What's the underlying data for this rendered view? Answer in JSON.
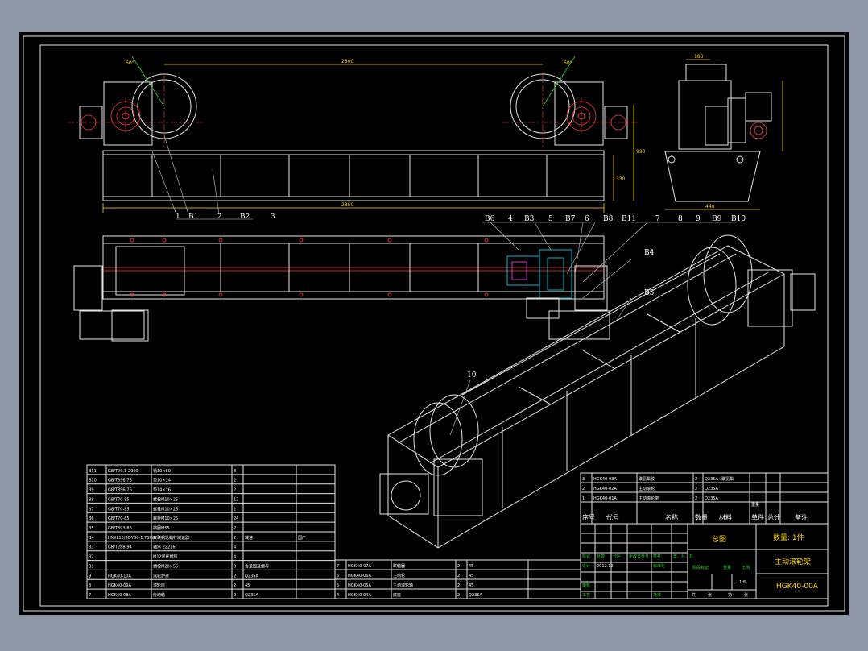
{
  "labels_top": [
    "1",
    "B1",
    "2",
    "B2",
    "3"
  ],
  "labels_right": [
    "B6",
    "4",
    "B3",
    "5",
    "B7",
    "6",
    "B8",
    "B11",
    "7",
    "8",
    "9",
    "B9",
    "B10"
  ],
  "labels_side": [
    "B4",
    "B5"
  ],
  "label_iso": "10",
  "dims": {
    "top_span": "2300",
    "bottom_span": "2850",
    "end_w": "180",
    "end_base": "440",
    "h1": "990",
    "h2": "330",
    "angle_l": "60°",
    "angle_r": "60°"
  },
  "bom_left": [
    [
      "B11",
      "GB/T20.1-2000",
      "销10×60",
      "8"
    ],
    [
      "B10",
      "GB/T896-76",
      "垫10×14",
      "2"
    ],
    [
      "B9",
      "GB/T896-76",
      "垫14×16",
      "2"
    ],
    [
      "B8",
      "GB/T70-85",
      "螺栓M10×25",
      "12"
    ],
    [
      "B7",
      "GB/T70-85",
      "螺栓M10×25",
      "2"
    ],
    [
      "B6",
      "GB/T70-85",
      "螺栓M10×25",
      "24"
    ],
    [
      "B5",
      "GB/T893-86",
      "挡圈M55",
      "2"
    ],
    [
      "B4",
      "HXXL10/56-Y50-1.75KW",
      "双联蜗轮蜗杆减速器",
      "2",
      "减速",
      "国产"
    ],
    [
      "B3",
      "GB/T288-94",
      "轴承 22216",
      "4"
    ],
    [
      "B2",
      "",
      "M12吊环螺钉",
      "4"
    ],
    [
      "B1",
      "",
      "螺栓M20×55",
      "8",
      "含垫圈及螺母"
    ],
    [
      "9",
      "HGK40-10A",
      "滚轮护罩",
      "2",
      "Q235A"
    ],
    [
      "8",
      "HGK40-09A",
      "滚轮座",
      "2",
      "45"
    ],
    [
      "7",
      "HGK40-08A",
      "传动轴",
      "2",
      "Q235A"
    ]
  ],
  "bom_mid": [
    [
      "7",
      "HGK40-07A",
      "联轴器",
      "2",
      "45"
    ],
    [
      "6",
      "HGK40-06A",
      "主动轮",
      "2",
      "45"
    ],
    [
      "5",
      "HGK40-05A",
      "主动滚轮轴",
      "2",
      "45"
    ],
    [
      "4",
      "HGK40-04A",
      "底座",
      "2",
      "Q235A"
    ]
  ],
  "bom_right": [
    [
      "3",
      "HGK40-03A",
      "聚氨酯胶",
      "2",
      "Q235A+聚氨酯"
    ],
    [
      "2",
      "HGK40-02A",
      "主动滚轮",
      "2",
      "Q235A"
    ],
    [
      "1",
      "HGK40-01A",
      "主动滚轮架",
      "2",
      "Q235A"
    ]
  ],
  "bom_header": [
    "序号",
    "代号",
    "名称",
    "数量",
    "材料",
    "单件",
    "总计",
    "备注"
  ],
  "bom_header_extra": "重量",
  "title_block": {
    "drawing_name": "总图",
    "quantity": "数量: 1件",
    "product": "主动滚轮架",
    "code": "HGK40-00A",
    "scale": "1:8",
    "revision_row": [
      "标记",
      "处数",
      "分区",
      "更改文件号",
      "签名",
      "年、月、日"
    ],
    "design_row": [
      "设计",
      "",
      "标准化",
      "",
      "",
      "阶段标记",
      "重量",
      "比例"
    ],
    "review": "审核",
    "process": "工艺",
    "approve": "批准",
    "footer": [
      "共",
      "张",
      "第",
      "张"
    ],
    "date": "2012.12"
  },
  "colors": {
    "sheet": "#000000",
    "frame": "#e6e6e6",
    "red": "#ff3b3b",
    "cyan": "#00e5ff",
    "yellow": "#ffd800",
    "green": "#2fd42f",
    "background": "#8e97a6"
  }
}
